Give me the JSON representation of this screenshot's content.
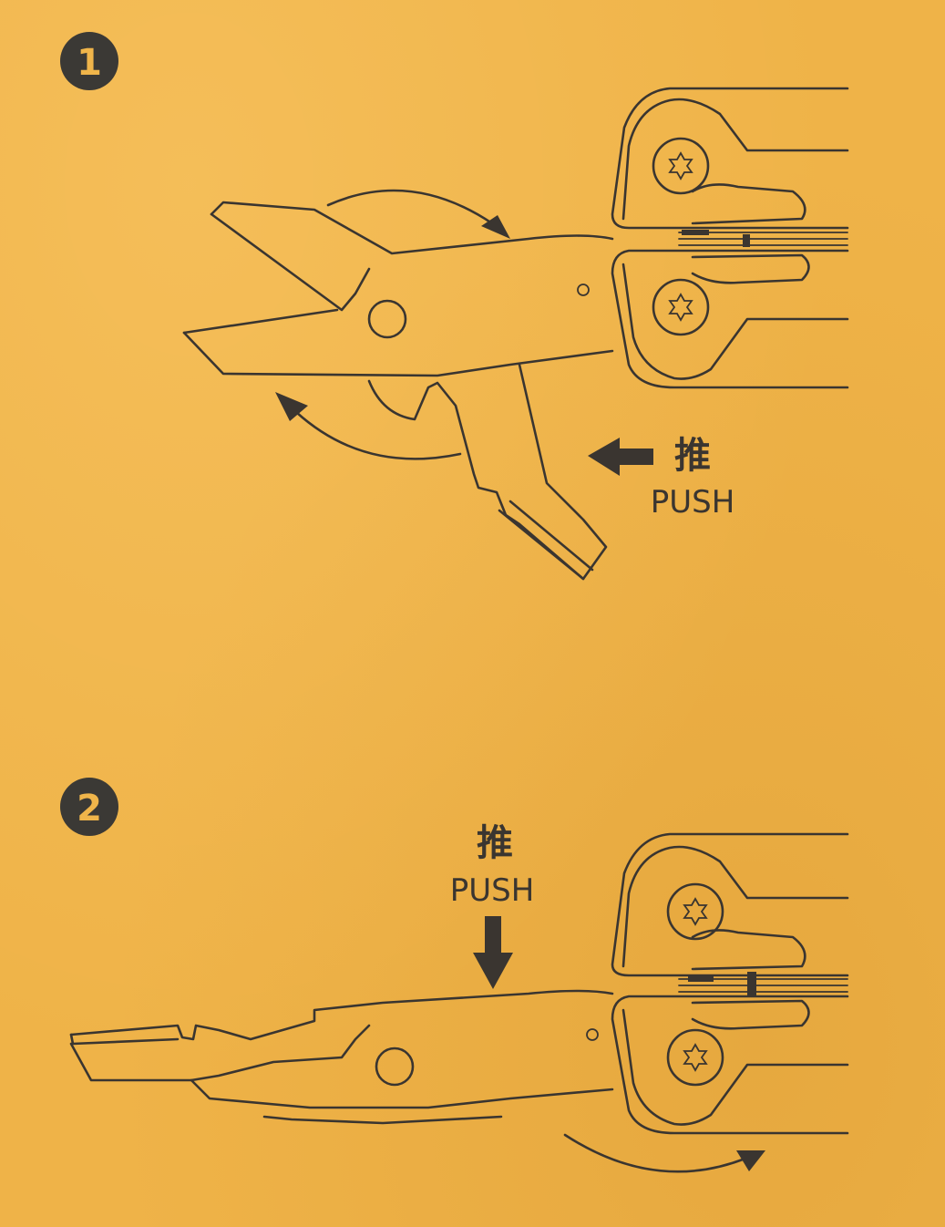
{
  "steps": [
    {
      "number": "1",
      "push_label_cn": "推",
      "push_label_en": "PUSH",
      "push_direction": "left"
    },
    {
      "number": "2",
      "push_label_cn": "推",
      "push_label_en": "PUSH",
      "push_direction": "down"
    }
  ],
  "icons": {
    "pivot_screw": "torx-star-screw-icon",
    "push_arrow": "thick-arrow-icon",
    "rotation_arrow": "curved-arrow-icon"
  },
  "colors": {
    "background": "#efb348",
    "ink": "#3a3530"
  }
}
